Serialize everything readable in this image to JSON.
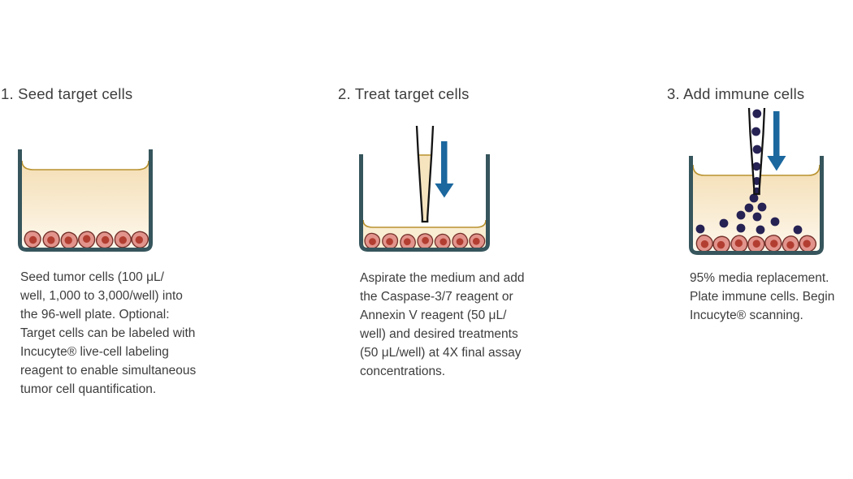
{
  "colors": {
    "background": "#ffffff",
    "text": "#3d3d3d",
    "wall": "#36555c",
    "liquid-top": "#f4deb4",
    "liquid-bottom": "#fdf7ec",
    "liquid-shallow": "#f9edd2",
    "meniscus": "#b9922f",
    "cell-fill": "#e2948c",
    "cell-outline": "#74312a",
    "cell-nucleus": "#b23e31",
    "arrow": "#1b679e",
    "immune-dot": "#262254",
    "pipette-outline": "#141414",
    "pipette-fill": "#f6e4bf"
  },
  "panels": [
    {
      "title": "1. Seed target cells",
      "description": "Seed tumor cells (100 μL/\nwell, 1,000 to 3,000/well) into\nthe 96-well plate. Optional:\nTarget cells can be labeled with\nIncucyte® live-cell labeling\nreagent to enable simultaneous\ntumor cell quantification."
    },
    {
      "title": "2. Treat target cells",
      "description": "Aspirate the medium and add\nthe Caspase-3/7 reagent or\nAnnexin V reagent (50 μL/\nwell) and desired treatments\n(50 μL/well) at 4X final assay\nconcentrations."
    },
    {
      "title": "3. Add immune cells",
      "description": "95% media replacement.\nPlate immune cells. Begin\nIncucyte® scanning."
    }
  ]
}
